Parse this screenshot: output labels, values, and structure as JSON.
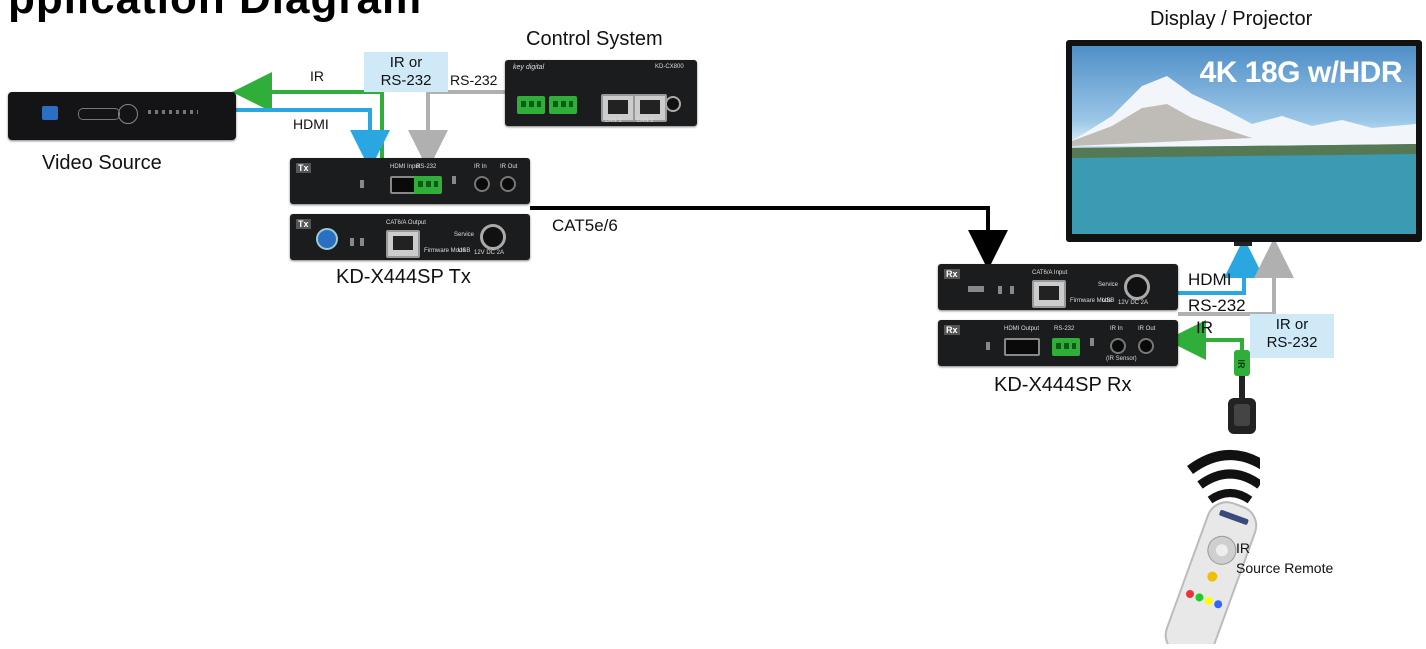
{
  "title_fragment": "pplication Diagram",
  "labels": {
    "video_source": "Video Source",
    "control_system": "Control System",
    "display": "Display / Projector",
    "tx_name": "KD-X444SP Tx",
    "rx_name": "KD-X444SP Rx",
    "cat_cable": "CAT5e/6",
    "ir_remote_line1": "IR",
    "ir_remote_line2": "Source Remote",
    "tx_ir": "IR",
    "tx_hdmi": "HDMI",
    "tx_rs232": "RS-232",
    "tx_callout_line1": "IR or",
    "tx_callout_line2": "RS-232",
    "rx_hdmi": "HDMI",
    "rx_rs232": "RS-232",
    "rx_ir": "IR",
    "rx_callout_line1": "IR or",
    "rx_callout_line2": "RS-232",
    "tv_overlay": "4K 18G w/HDR"
  },
  "device_text": {
    "tx_tag": "Tx",
    "rx_tag": "Rx",
    "hdmi_input": "HDMI Input",
    "hdmi_output": "HDMI Output",
    "rs232": "RS-232",
    "ir_in": "IR In",
    "ir_out": "IR Out",
    "cat_output": "CAT6/A Output",
    "cat_input": "CAT6/A Input",
    "firmware_mode": "Firmware Mode",
    "service": "Service",
    "usb": "USB",
    "power": "12V DC 2A",
    "ir_sensor": "(IR Sensor)",
    "ctrl_brand": "key digital",
    "ctrl_model": "KD-CX800",
    "ctrl_lan1": "LAN 1",
    "ctrl_lan2": "LAN 2",
    "ir_tag": "IR"
  },
  "colors": {
    "hdmi": "#2aa7e0",
    "ir": "#2fae3a",
    "rs232": "#b0b0b0",
    "cat": "#000000",
    "callout_bg": "#cfe9f7"
  }
}
